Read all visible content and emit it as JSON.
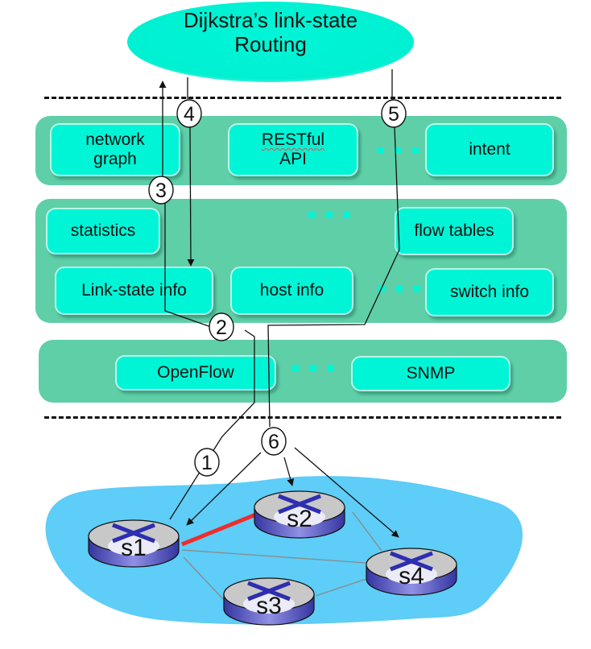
{
  "title": {
    "line1": "Dijkstra’s link-state",
    "line2": "Routing"
  },
  "apps_layer": {
    "boxes": [
      {
        "line1": "network",
        "line2": "graph"
      },
      {
        "line1": "RESTful",
        "line2": "API"
      },
      {
        "line1": "intent"
      }
    ]
  },
  "state_layer": {
    "boxes": [
      "statistics",
      "flow tables",
      "Link-state info",
      "host info",
      "switch info"
    ]
  },
  "protocol_layer": {
    "boxes": [
      "OpenFlow",
      "SNMP"
    ]
  },
  "steps": [
    "1",
    "2",
    "3",
    "4",
    "5",
    "6"
  ],
  "switches": [
    "s1",
    "s2",
    "s3",
    "s4"
  ],
  "colors": {
    "layer": "#5fcfa8",
    "box": "#00f5d6",
    "network_cloud": "#5ecdf7",
    "highlight_link": "#ee2d2d",
    "router_body": "#5a5ab8"
  }
}
